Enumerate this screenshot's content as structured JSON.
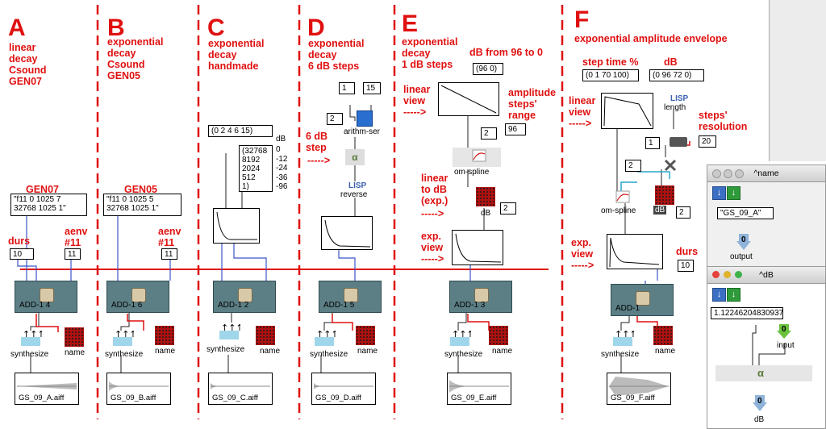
{
  "sections": [
    {
      "letter": "A",
      "subtitle": [
        "linear",
        "decay",
        "Csound",
        "GEN07"
      ]
    },
    {
      "letter": "B",
      "subtitle": [
        "exponential",
        "decay",
        "Csound",
        "GEN05"
      ]
    },
    {
      "letter": "C",
      "subtitle": [
        "exponential",
        "decay",
        "handmade"
      ]
    },
    {
      "letter": "D",
      "subtitle": [
        "exponential",
        "decay",
        "6 dB steps"
      ]
    },
    {
      "letter": "E",
      "subtitle": [
        "exponential",
        "decay",
        "1 dB steps"
      ]
    },
    {
      "letter": "F",
      "subtitle": [
        "exponential amplitude envelope"
      ]
    }
  ],
  "labels": {
    "gen07": "GEN07",
    "gen05": "GEN05",
    "durs": "durs",
    "aenv_a": [
      "aenv",
      "#11"
    ],
    "aenv_b": [
      "aenv",
      "#11"
    ],
    "d_step": [
      "6 dB",
      "step"
    ],
    "d_arrow": "----->",
    "e_dbrange": "dB from 96 to 0",
    "e_linear": [
      "linear",
      "view"
    ],
    "e_linarrow": "----->",
    "e_amp": [
      "amplitude",
      "steps'",
      "range"
    ],
    "e_lintodb": [
      "linear",
      "to dB",
      "(exp.)"
    ],
    "e_lintodb_arrow": "----->",
    "e_exp": [
      "exp.",
      "view"
    ],
    "e_exparrow": "----->",
    "f_steptime": "step time %",
    "f_db": "dB",
    "f_linear": [
      "linear",
      "view"
    ],
    "f_linarrow": "----->",
    "f_res": [
      "steps'",
      "resolution"
    ],
    "f_exp": [
      "exp.",
      "view"
    ],
    "f_exparrow": "----->",
    "f_durs": "durs"
  },
  "boxes": {
    "a_gen": "\"f11 0 1025 7\n32768 1025 1\"",
    "b_gen": "\"f11 0 1025 5\n32768 1025 1\"",
    "a_durs": "10",
    "a_aenv": "11",
    "b_aenv": "11",
    "c_list": "(0 2 4 6 15)",
    "c_values": "(32768\n8192\n2024\n512\n1)",
    "c_db_head": "dB",
    "c_db": "0\n-12\n-24\n-36\n-96",
    "d_one": "1",
    "d_fifteen": "15",
    "d_two": "2",
    "e_range": "(96 0)",
    "e_two": "2",
    "e_ninetysix": "96",
    "e_two_b": "2",
    "f_steptime": "(0 1 70 100)",
    "f_db": "(0 96 72 0)",
    "f_one": "1",
    "f_twenty": "20",
    "f_two": "2",
    "f_two_b": "2",
    "f_durs": "10"
  },
  "objects": {
    "add_a": "ADD-1 4",
    "add_b": "ADD-1 6",
    "add_c": "ADD-1 2",
    "add_d": "ADD-1 5",
    "add_e": "ADD-1 3",
    "add_f": "ADD-1",
    "synth": "synthesize",
    "name": "name",
    "snd_a": "GS_09_A.aiff",
    "snd_b": "GS_09_B.aiff",
    "snd_c": "GS_09_C.aiff",
    "snd_d": "GS_09_D.aiff",
    "snd_e": "GS_09_E.aiff",
    "snd_f": "GS_09_F.aiff",
    "arith": "arithm-ser",
    "lisp": "LISP",
    "reverse": "reverse",
    "omspline": "om-spline",
    "db": "dB",
    "length": "length",
    "lisp_f": "LISP"
  },
  "win_name": {
    "title": "^name",
    "value": "\"GS_09_A\"",
    "out_index": "0",
    "out_label": "output"
  },
  "win_db": {
    "title": "^dB",
    "value": "1.12246204830937",
    "in_index": "0",
    "in_label": "input",
    "out_index": "0",
    "out_label": "dB"
  },
  "colors": {
    "red": "#e01010",
    "blue": "#3b6fc4",
    "green": "#2f9a3a"
  }
}
